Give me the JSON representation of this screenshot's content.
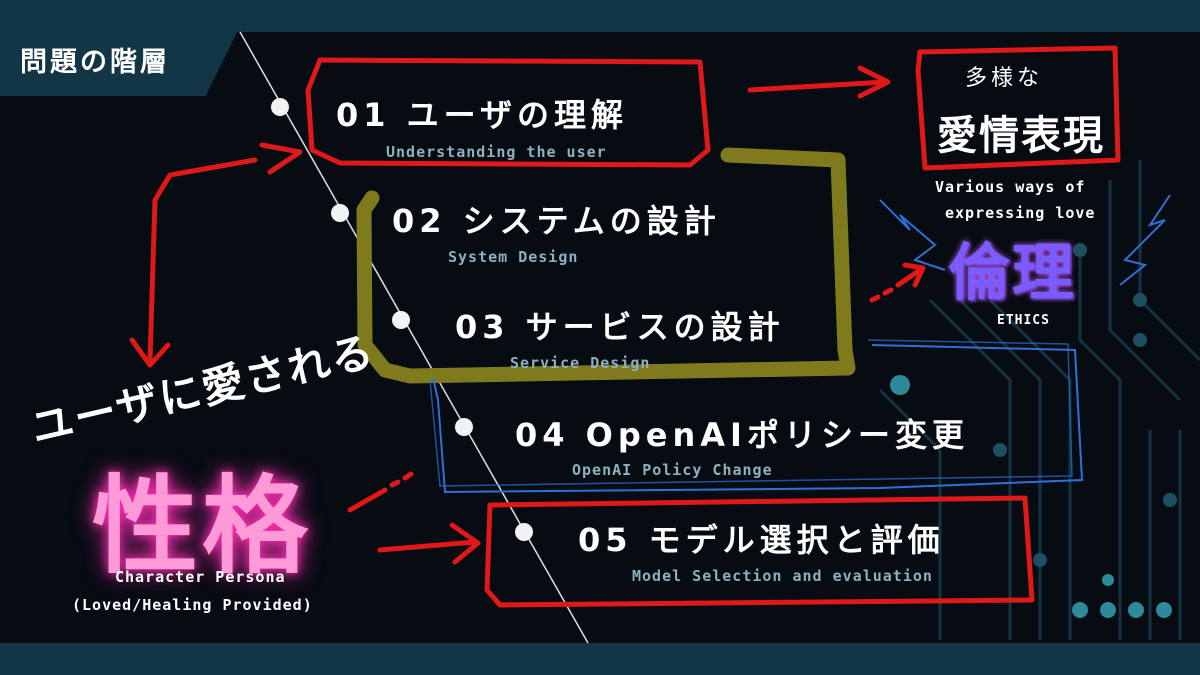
{
  "header": {
    "tag": "問題の階層"
  },
  "items": [
    {
      "title": "01 ユーザの理解",
      "subtitle": "Understanding the user"
    },
    {
      "title": "02 システムの設計",
      "subtitle": "System Design"
    },
    {
      "title": "03 サービスの設計",
      "subtitle": "Service Design"
    },
    {
      "title": "04 OpenAIポリシー変更",
      "subtitle": "OpenAI Policy Change"
    },
    {
      "title": "05 モデル選択と評価",
      "subtitle": "Model Selection and evaluation"
    }
  ],
  "love": {
    "small": "多様な",
    "big": "愛情表現",
    "en_line1": "Various ways of",
    "en_line2": "expressing love"
  },
  "ethics": {
    "jp": "倫理",
    "en": "Ethics"
  },
  "persona": {
    "top": "ユーザに愛される",
    "big": "性格",
    "en_line1": "Character Persona",
    "en_line2": "(Loved/Healing Provided)"
  },
  "colors": {
    "red": "#e01818",
    "olive": "#7f7a1c",
    "blue": "#2f6fd6",
    "pink": "#ff2fb5",
    "purple": "#7a5cff",
    "band": "#123645"
  }
}
